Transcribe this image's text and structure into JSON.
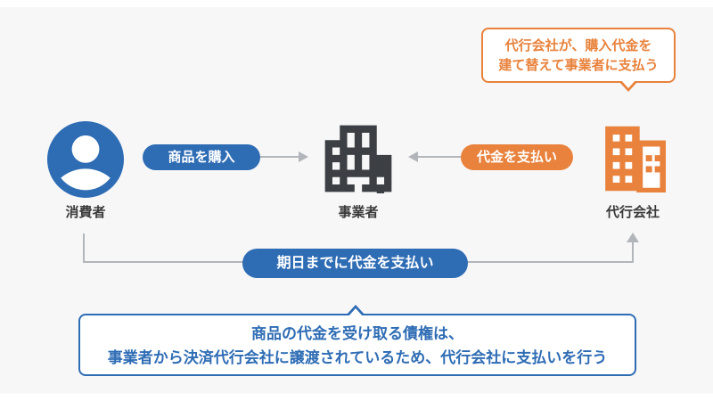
{
  "diagram_title": "payment-agency-flow",
  "colors": {
    "accent_blue": "#2e6cb4",
    "accent_orange": "#e8823c",
    "icon_dark": "#3c4044",
    "line_gray": "#b2b5ba",
    "label_text": "#3a3a3a",
    "background": "#f7f7f8"
  },
  "actors": {
    "consumer": {
      "label": "消費者",
      "icon": "person-icon"
    },
    "business": {
      "label": "事業者",
      "icon": "office-building-icon"
    },
    "agency": {
      "label": "代行会社",
      "icon": "agency-building-icon"
    }
  },
  "flows": {
    "purchase": {
      "label": "商品を購入",
      "from": "消費者",
      "to": "事業者"
    },
    "pay_business": {
      "label": "代金を支払い",
      "from": "代行会社",
      "to": "事業者"
    },
    "pay_deadline": {
      "label": "期日までに代金を支払い",
      "from": "消費者",
      "to": "代行会社"
    }
  },
  "callouts": {
    "top": {
      "line1": "代行会社が、購入代金を",
      "line2": "建て替えて事業者に支払う"
    },
    "bottom": {
      "line1": "商品の代金を受け取る債権は、",
      "line2": "事業者から決済代行会社に譲渡されているため、代行会社に支払いを行う"
    }
  }
}
